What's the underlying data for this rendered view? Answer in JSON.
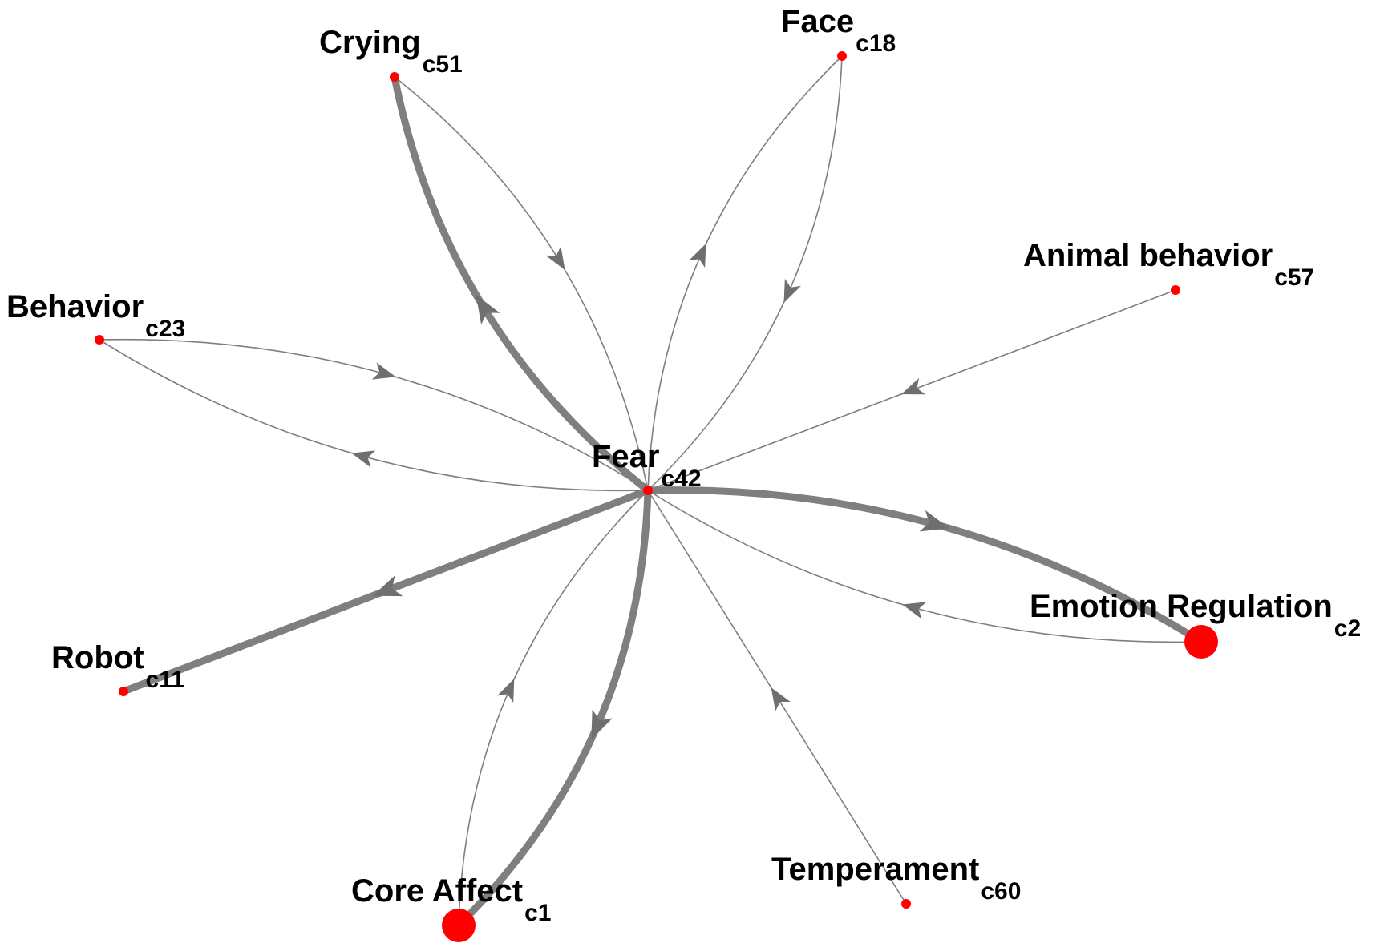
{
  "graph": {
    "center": {
      "id": "c42",
      "label": "Fear",
      "sub": "c42"
    },
    "nodes": [
      {
        "id": "c51",
        "label": "Crying",
        "sub": "c51",
        "size": "small"
      },
      {
        "id": "c18",
        "label": "Face",
        "sub": "c18",
        "size": "small"
      },
      {
        "id": "c57",
        "label": "Animal behavior",
        "sub": "c57",
        "size": "small"
      },
      {
        "id": "c23",
        "label": "Behavior",
        "sub": "c23",
        "size": "small"
      },
      {
        "id": "c2",
        "label": "Emotion Regulation",
        "sub": "c2",
        "size": "large"
      },
      {
        "id": "c11",
        "label": "Robot",
        "sub": "c11",
        "size": "small"
      },
      {
        "id": "c1",
        "label": "Core Affect",
        "sub": "c1",
        "size": "large"
      },
      {
        "id": "c60",
        "label": "Temperament",
        "sub": "c60",
        "size": "small"
      }
    ],
    "edges": [
      {
        "from": "c42",
        "to": "c51",
        "weight": "heavy"
      },
      {
        "from": "c51",
        "to": "c42",
        "weight": "light"
      },
      {
        "from": "c42",
        "to": "c18",
        "weight": "light"
      },
      {
        "from": "c18",
        "to": "c42",
        "weight": "light"
      },
      {
        "from": "c57",
        "to": "c42",
        "weight": "light"
      },
      {
        "from": "c42",
        "to": "c23",
        "weight": "light"
      },
      {
        "from": "c23",
        "to": "c42",
        "weight": "light"
      },
      {
        "from": "c42",
        "to": "c2",
        "weight": "heavy"
      },
      {
        "from": "c2",
        "to": "c42",
        "weight": "light"
      },
      {
        "from": "c42",
        "to": "c11",
        "weight": "heavy"
      },
      {
        "from": "c42",
        "to": "c1",
        "weight": "heavy"
      },
      {
        "from": "c1",
        "to": "c42",
        "weight": "light"
      },
      {
        "from": "c60",
        "to": "c42",
        "weight": "light"
      }
    ],
    "colors": {
      "node": "#ff0000",
      "edge": "#7f7f7f",
      "arrow": "#6f6f6f",
      "label": "#000000"
    }
  }
}
